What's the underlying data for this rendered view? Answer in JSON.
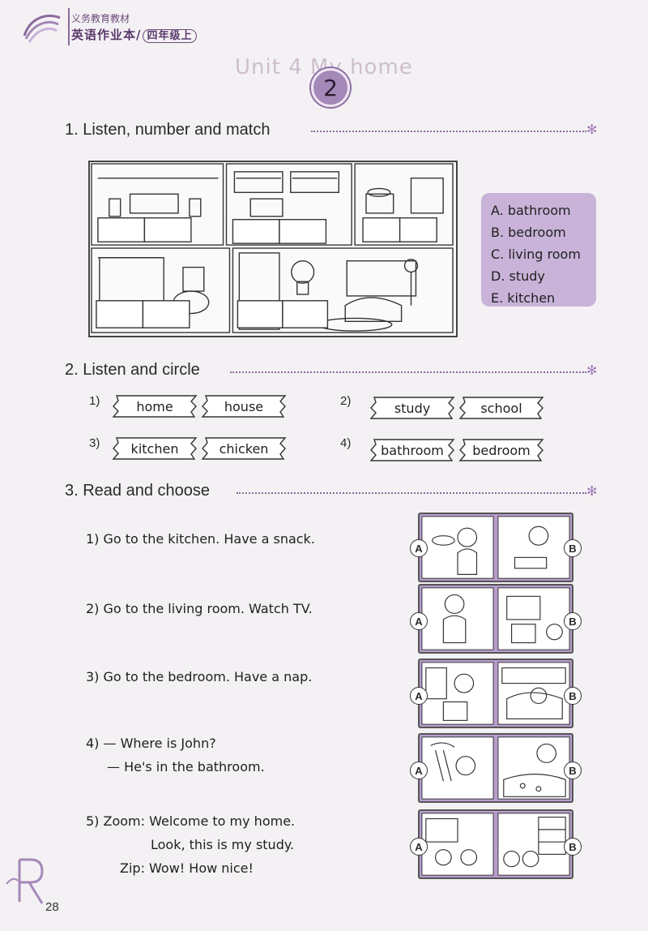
{
  "header": {
    "series": "义务教育教材",
    "book_title": "英语作业本/",
    "grade": "四年级上"
  },
  "ghost_title": "Unit 4  My home",
  "lesson_number": "2",
  "sections": {
    "s1": {
      "title": "1. Listen, number and match",
      "options": [
        "A. bathroom",
        "B. bedroom",
        "C. living room",
        "D. study",
        "E. kitchen"
      ]
    },
    "s2": {
      "title": "2. Listen and circle",
      "items": [
        {
          "num": "1)",
          "a": "home",
          "b": "house"
        },
        {
          "num": "2)",
          "a": "study",
          "b": "school"
        },
        {
          "num": "3)",
          "a": "kitchen",
          "b": "chicken"
        },
        {
          "num": "4)",
          "a": "bathroom",
          "b": "bedroom"
        }
      ]
    },
    "s3": {
      "title": "3. Read and choose",
      "items": [
        {
          "lines": [
            "1) Go to the kitchen. Have a snack."
          ]
        },
        {
          "lines": [
            "2) Go to the living room. Watch TV."
          ]
        },
        {
          "lines": [
            "3) Go to the bedroom. Have a nap."
          ]
        },
        {
          "lines": [
            "4) — Where is John?",
            "— He's in the bathroom."
          ]
        },
        {
          "lines": [
            "5) Zoom: Welcome to my home.",
            "Look, this is my study.",
            "Zip: Wow! How nice!"
          ]
        }
      ],
      "label_a": "A",
      "label_b": "B"
    }
  },
  "page_number": "28",
  "colors": {
    "accent": "#a488b8",
    "option_bg": "#c9b3d8",
    "scene_bg": "#b89dcc"
  }
}
